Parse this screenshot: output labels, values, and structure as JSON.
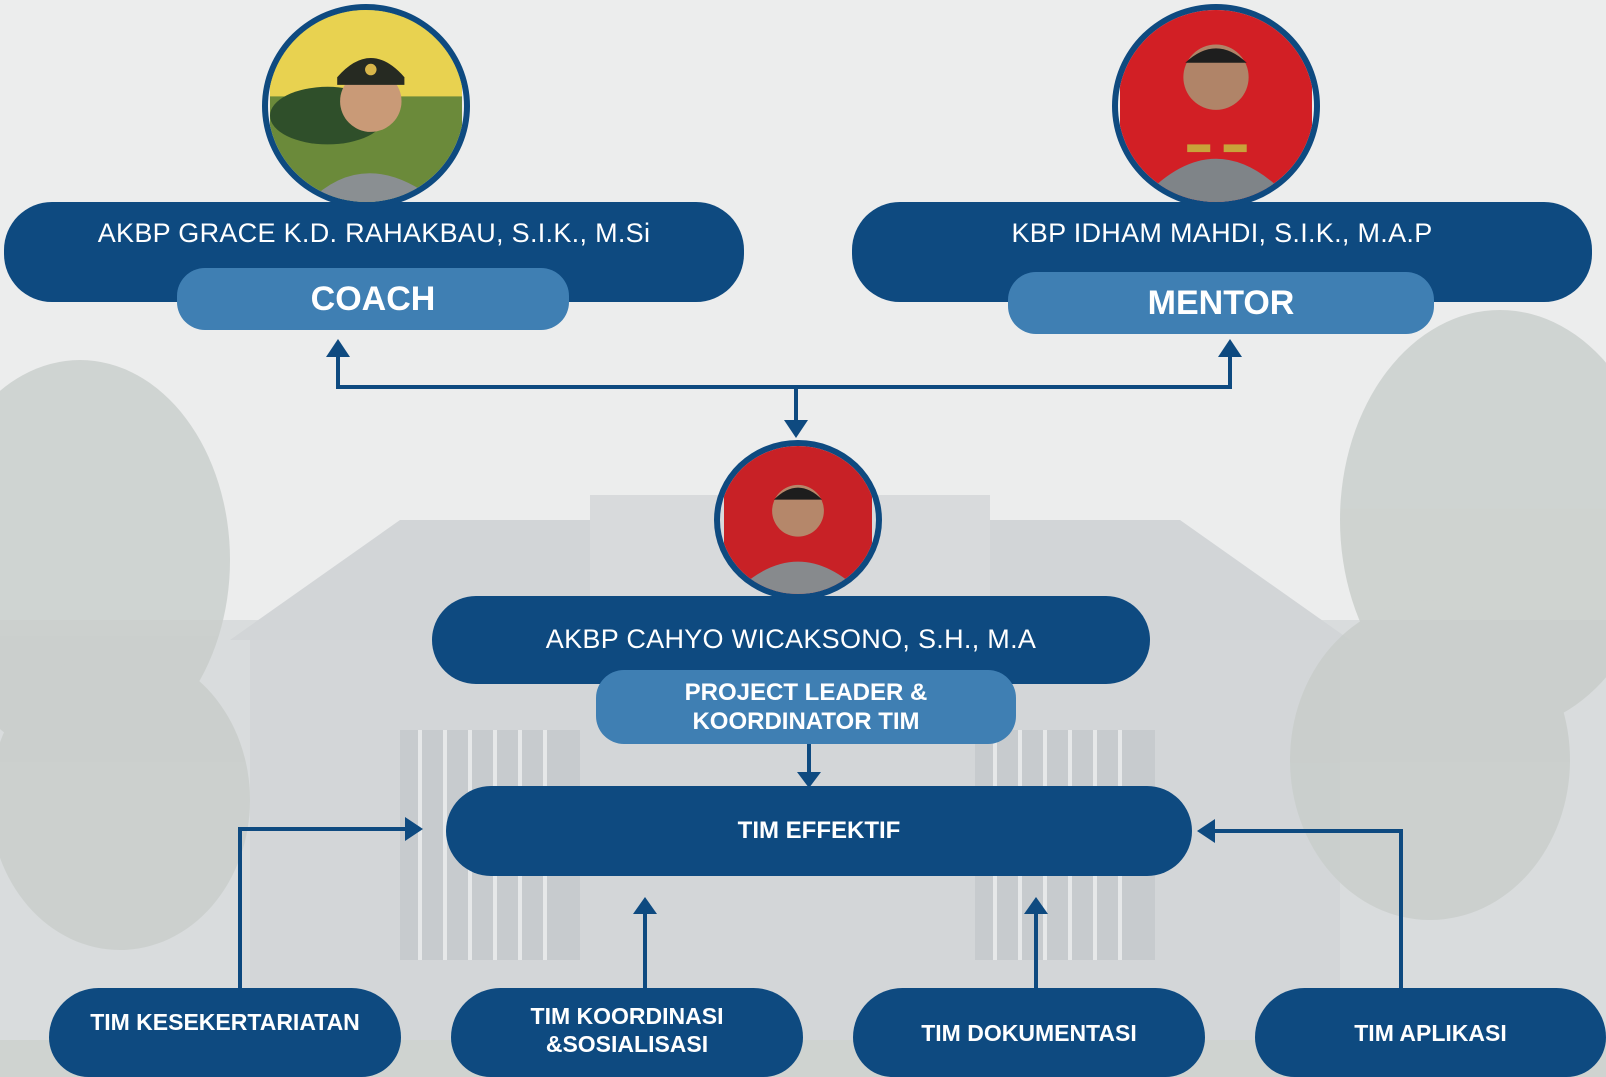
{
  "colors": {
    "dark_blue": "#0e4a80",
    "light_blue": "#3f7fb3",
    "background": "#e9eaeb",
    "red_backdrop": "#d21f25",
    "yellow_backdrop": "#f0d44a"
  },
  "coach": {
    "name": "AKBP GRACE K.D. RAHAKBAU, S.I.K., M.Si",
    "role": "COACH"
  },
  "mentor": {
    "name": "KBP IDHAM MAHDI, S.I.K., M.A.P",
    "role": "MENTOR"
  },
  "leader": {
    "name": "AKBP CAHYO WICAKSONO, S.H., M.A",
    "role_line1": "PROJECT LEADER &",
    "role_line2": "KOORDINATOR TIM"
  },
  "team_hub": {
    "label": "TIM EFFEKTIF"
  },
  "teams": [
    {
      "line1": "TIM KESEKERTARIATAN",
      "line2": ""
    },
    {
      "line1": "TIM KOORDINASI",
      "line2": "&SOSIALISASI"
    },
    {
      "line1": "TIM DOKUMENTASI",
      "line2": ""
    },
    {
      "line1": "TIM APLIKASI",
      "line2": ""
    }
  ]
}
